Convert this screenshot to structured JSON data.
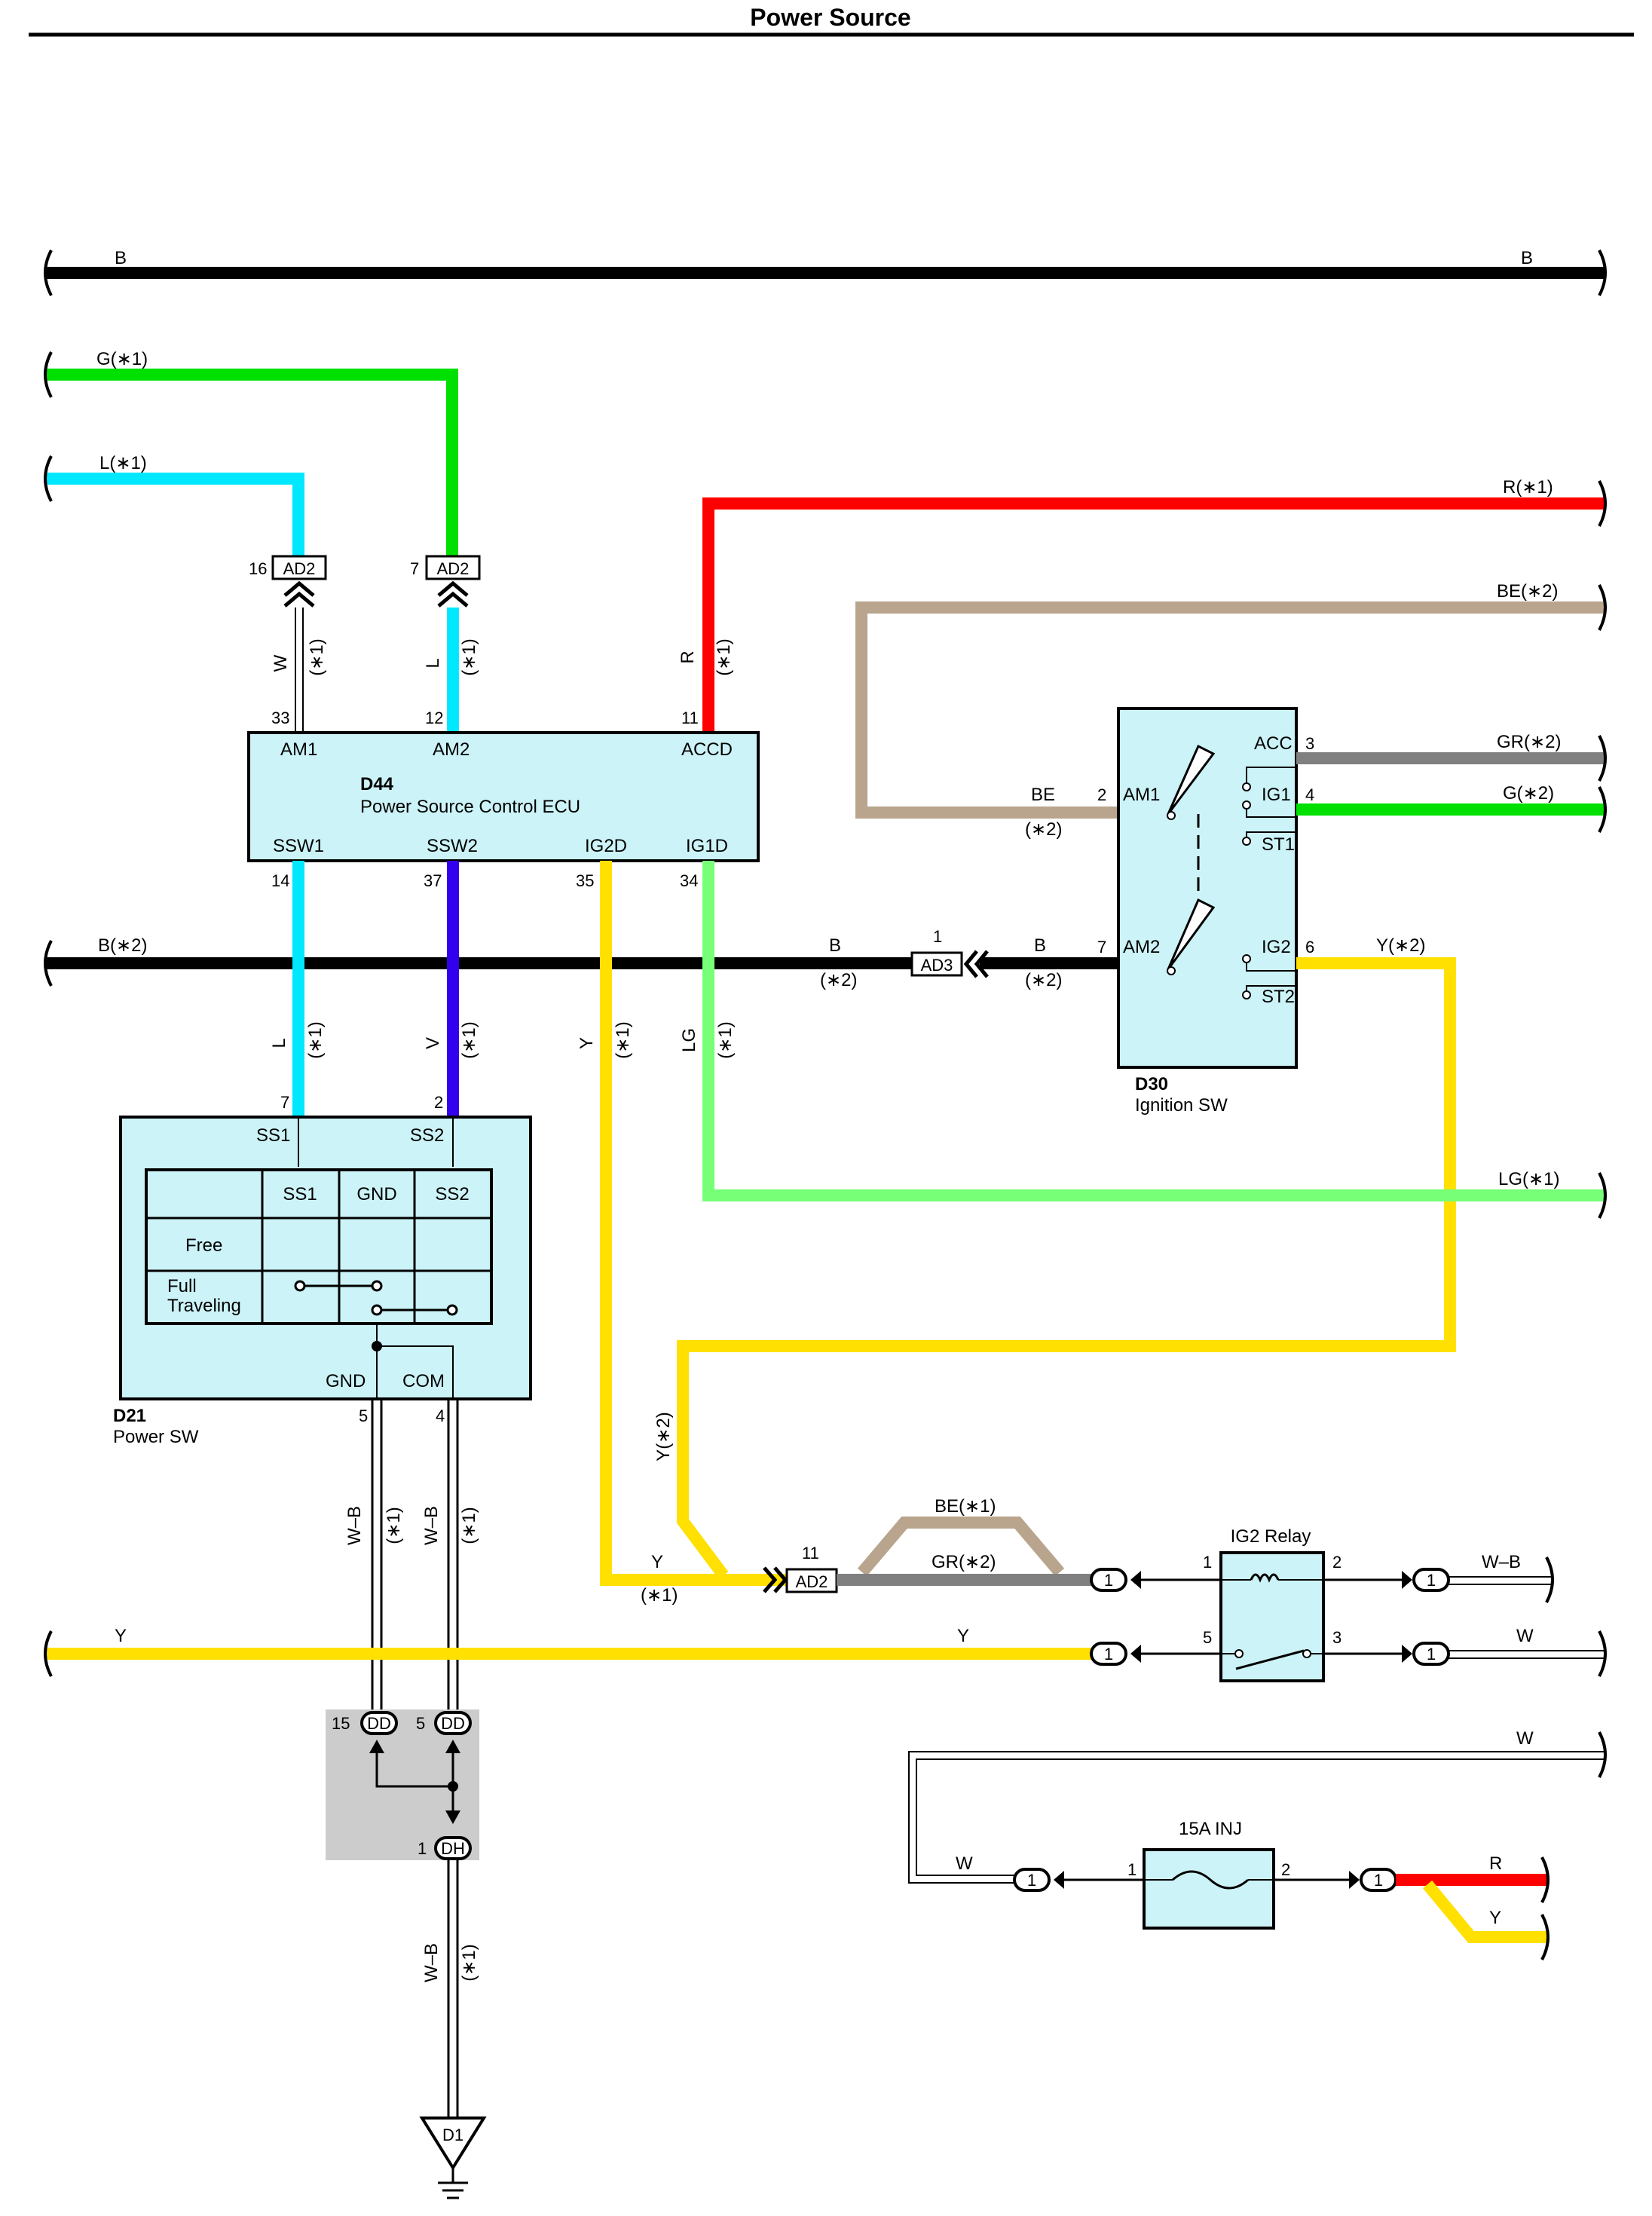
{
  "title": "Power Source",
  "colors": {
    "black": "#000000",
    "green": "#00e000",
    "cyan": "#00e8ff",
    "red": "#ff0000",
    "tan": "#b9a48e",
    "gray": "#808080",
    "violet": "#3300ee",
    "yellow": "#ffe000",
    "lightgreen": "#77ff77",
    "box_fill": "#ccf3f7",
    "ground_box": "#cccccc"
  },
  "wires": {
    "b_top_left": "B",
    "b_top_right": "B",
    "g1": "G(∗1)",
    "l1": "L(∗1)",
    "r1": "R(∗1)",
    "be2": "BE(∗2)",
    "gr2": "GR(∗2)",
    "g2": "G(∗2)",
    "b2_left": "B(∗2)",
    "b_mid": "B",
    "note2_a": "(∗2)",
    "b_ig": "B",
    "note2_b": "(∗2)",
    "be_am1": "BE",
    "note2_c": "(∗2)",
    "y2_right": "Y(∗2)",
    "lg1": "LG(∗1)",
    "y2_vert": "Y(∗2)",
    "y_ad2": "Y",
    "note1_y": "(∗1)",
    "be1": "BE(∗1)",
    "gr2_mid": "GR(∗2)",
    "wb_out": "W–B",
    "w_out": "W",
    "y_bottom_left": "Y",
    "y_bottom_mid": "Y",
    "w_loop": "W",
    "w_left": "W",
    "r_out": "R",
    "y_out": "Y",
    "vert_w": "W",
    "vert_l_ad2": "L",
    "vert_r": "R",
    "vert_l_d21": "L",
    "vert_v": "V",
    "vert_y": "Y",
    "vert_lg": "LG",
    "vert_wb1": "W–B",
    "vert_wb2": "W–B",
    "vert_wb3": "W–B",
    "note1": "(∗1)"
  },
  "connectors": {
    "ad2_left": "AD2",
    "ad2_left_pin": "16",
    "ad2_mid": "AD2",
    "ad2_mid_pin": "7",
    "ad3": "AD3",
    "ad3_pin": "1",
    "ad2_bottom": "AD2",
    "ad2_bottom_pin": "11",
    "one": "1",
    "dd_left": "DD",
    "dd_left_pin": "15",
    "dd_right": "DD",
    "dd_right_pin": "5",
    "dh": "DH",
    "dh_pin": "1"
  },
  "d44": {
    "code": "D44",
    "name": "Power Source Control ECU",
    "terms_top": [
      "AM1",
      "AM2",
      "ACCD"
    ],
    "pins_top": [
      "33",
      "12",
      "11"
    ],
    "terms_bottom": [
      "SSW1",
      "SSW2",
      "IG2D",
      "IG1D"
    ],
    "pins_bottom": [
      "14",
      "37",
      "35",
      "34"
    ]
  },
  "d30": {
    "code": "D30",
    "name": "Ignition SW",
    "terms": [
      "AM1",
      "AM2",
      "ACC",
      "IG1",
      "ST1",
      "IG2",
      "ST2"
    ],
    "pins": [
      "2",
      "7",
      "3",
      "4",
      "6"
    ]
  },
  "d21": {
    "code": "D21",
    "name": "Power SW",
    "terms_top": [
      "SS1",
      "SS2"
    ],
    "pins_top": [
      "7",
      "2"
    ],
    "table_headers": [
      "SS1",
      "GND",
      "SS2"
    ],
    "row_free": "Free",
    "row_full": "Full",
    "row_traveling": "Traveling",
    "terms_bottom": [
      "GND",
      "COM"
    ],
    "pins_bottom": [
      "5",
      "4"
    ]
  },
  "relay": {
    "name": "IG2 Relay",
    "pins": [
      "1",
      "2",
      "5",
      "3"
    ]
  },
  "fuse": {
    "name": "15A INJ",
    "pins": [
      "1",
      "2"
    ]
  },
  "ground": {
    "code": "D1"
  }
}
